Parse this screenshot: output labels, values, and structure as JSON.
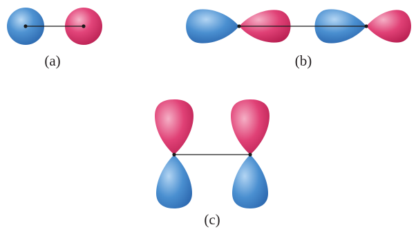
{
  "panels": [
    {
      "label": "(a)"
    },
    {
      "label": "(b)"
    },
    {
      "label": "(c)"
    }
  ],
  "colors": {
    "blue_lobe": "#3f86c8",
    "pink_lobe": "#e4356c",
    "bond_line": "#1a1a1a",
    "nucleus_dot": "#1a1a1a",
    "label_text": "#231f20"
  }
}
